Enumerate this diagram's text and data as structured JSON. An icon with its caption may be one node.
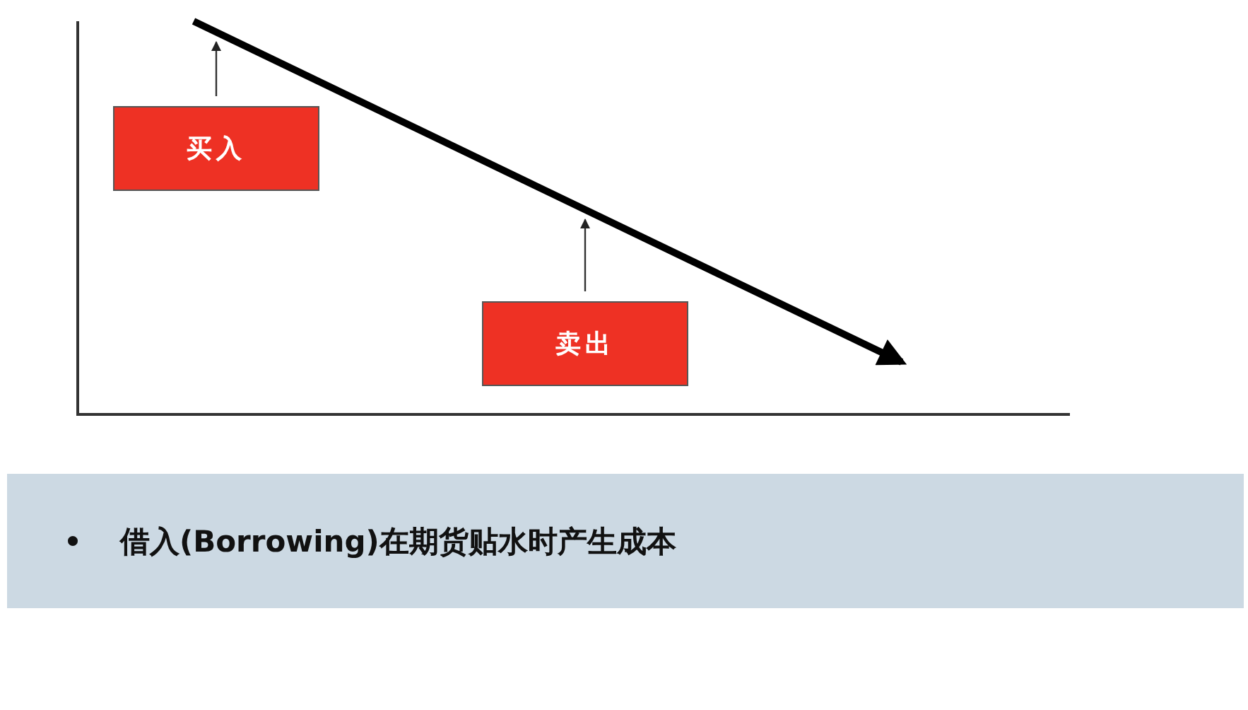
{
  "diagram": {
    "nodes": [
      {
        "text": [
          "买入"
        ]
      },
      {
        "text": [
          "卖出"
        ]
      },
      {
        "text": [
          "借入(Borrowing)在期货贴水时产生成本"
        ]
      }
    ],
    "edges": [
      {
        "from": 0,
        "to": null,
        "arrow": "to"
      },
      {
        "from": 1,
        "to": null,
        "arrow": "to"
      }
    ]
  }
}
